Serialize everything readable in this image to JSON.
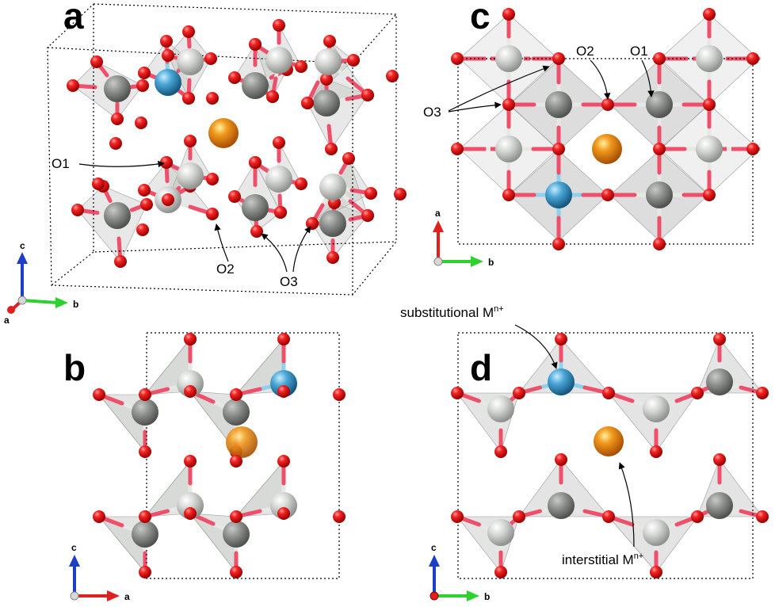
{
  "panels": {
    "a": {
      "label": "a",
      "axes": [
        "c",
        "a",
        "b"
      ],
      "annotations": [
        "O1",
        "O2",
        "O3"
      ]
    },
    "b": {
      "label": "b",
      "axes": [
        "c",
        "a"
      ]
    },
    "c": {
      "label": "c",
      "axes": [
        "a",
        "b"
      ],
      "annotations": [
        "O2",
        "O1",
        "O3"
      ]
    },
    "d": {
      "label": "d",
      "axes": [
        "c",
        "b"
      ],
      "substitutional": {
        "text": "substitutional M",
        "sup": "n+"
      },
      "interstitial": {
        "text": "interstitial M",
        "sup": "n+"
      }
    }
  },
  "colors": {
    "oxygen": "#e8141a",
    "host_metal": "#c9ccc9",
    "substituent": "#3b96c8",
    "interstitial": "#e07b10",
    "polyhedron": "#b9bcb9",
    "axis_c": "#1f3ec7",
    "axis_a": "#e0201e",
    "axis_b": "#2fd12f"
  }
}
